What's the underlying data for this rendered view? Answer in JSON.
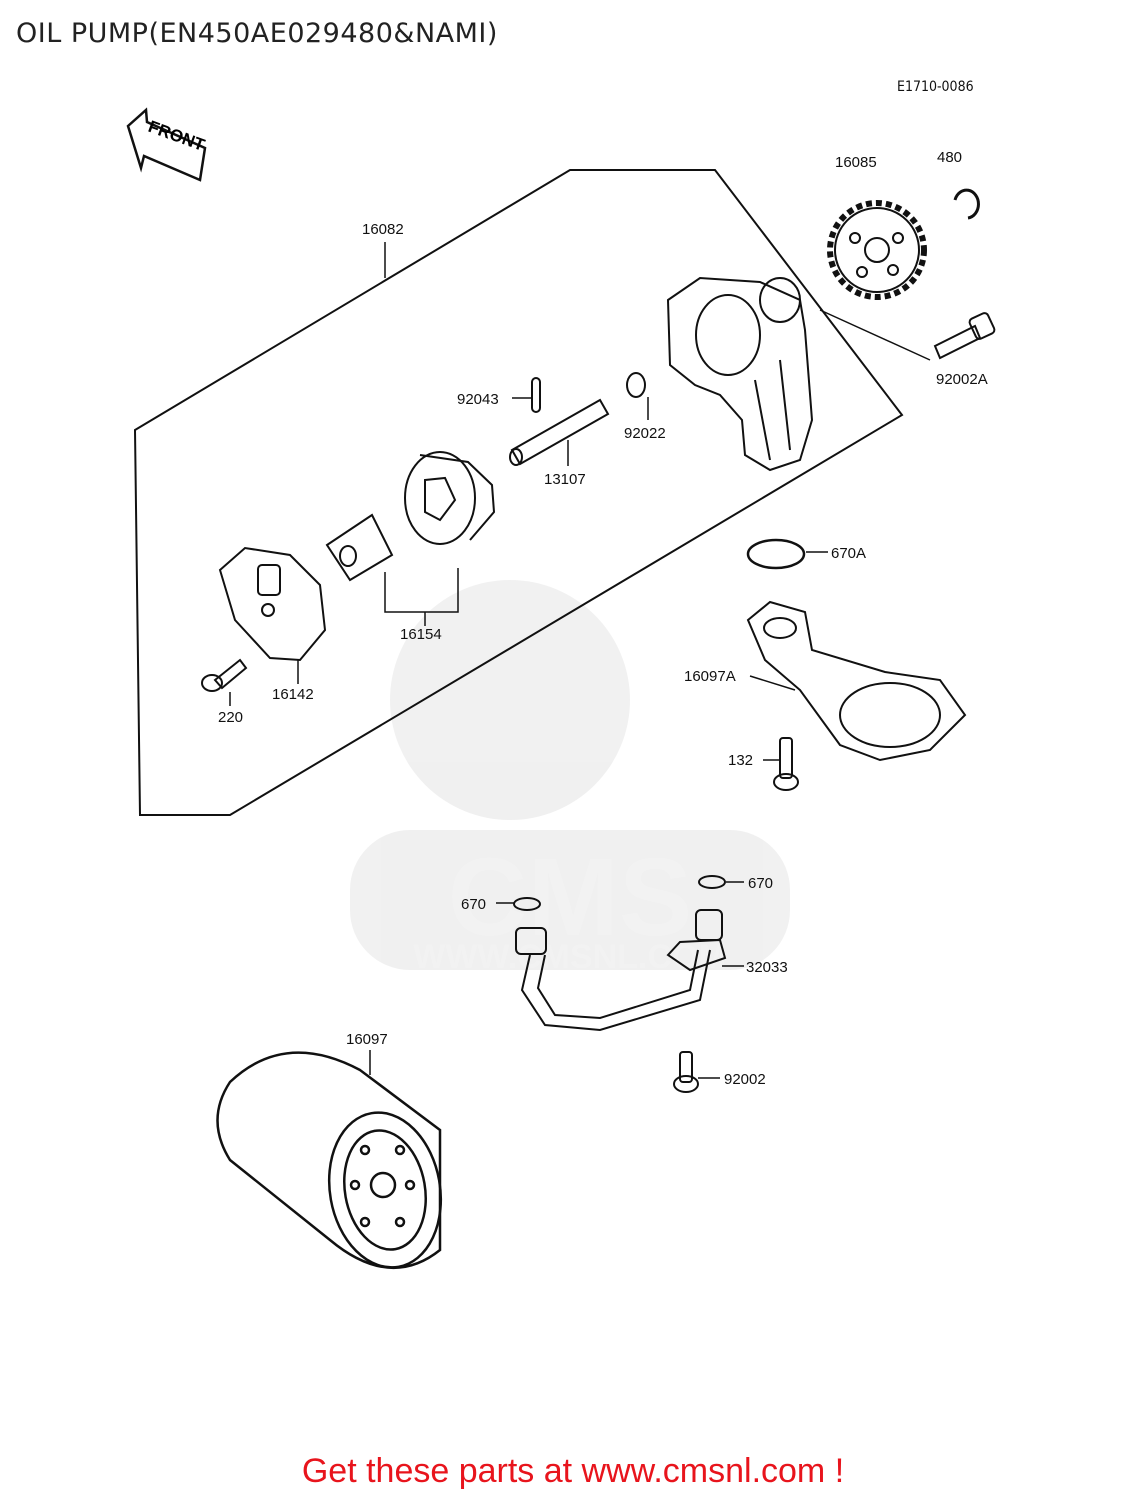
{
  "title": "OIL PUMP(EN450AE029480&NAMI)",
  "diagram_code": "E1710-0086",
  "front_label": "FRONT",
  "watermark": {
    "brand": "CMS",
    "url": "WWW.CMSNL.COM"
  },
  "parts": {
    "p16082": "16082",
    "p16085": "16085",
    "p480": "480",
    "p92002A": "92002A",
    "p92043": "92043",
    "p92022": "92022",
    "p13107": "13107",
    "p670A": "670A",
    "p16154": "16154",
    "p16142": "16142",
    "p220": "220",
    "p16097A": "16097A",
    "p132": "132",
    "p670a": "670",
    "p670b": "670",
    "p32033": "32033",
    "p16097": "16097",
    "p92002": "92002"
  },
  "footer": {
    "text": "Get these parts at www.cmsnl.com !",
    "color": "#e8141c"
  }
}
